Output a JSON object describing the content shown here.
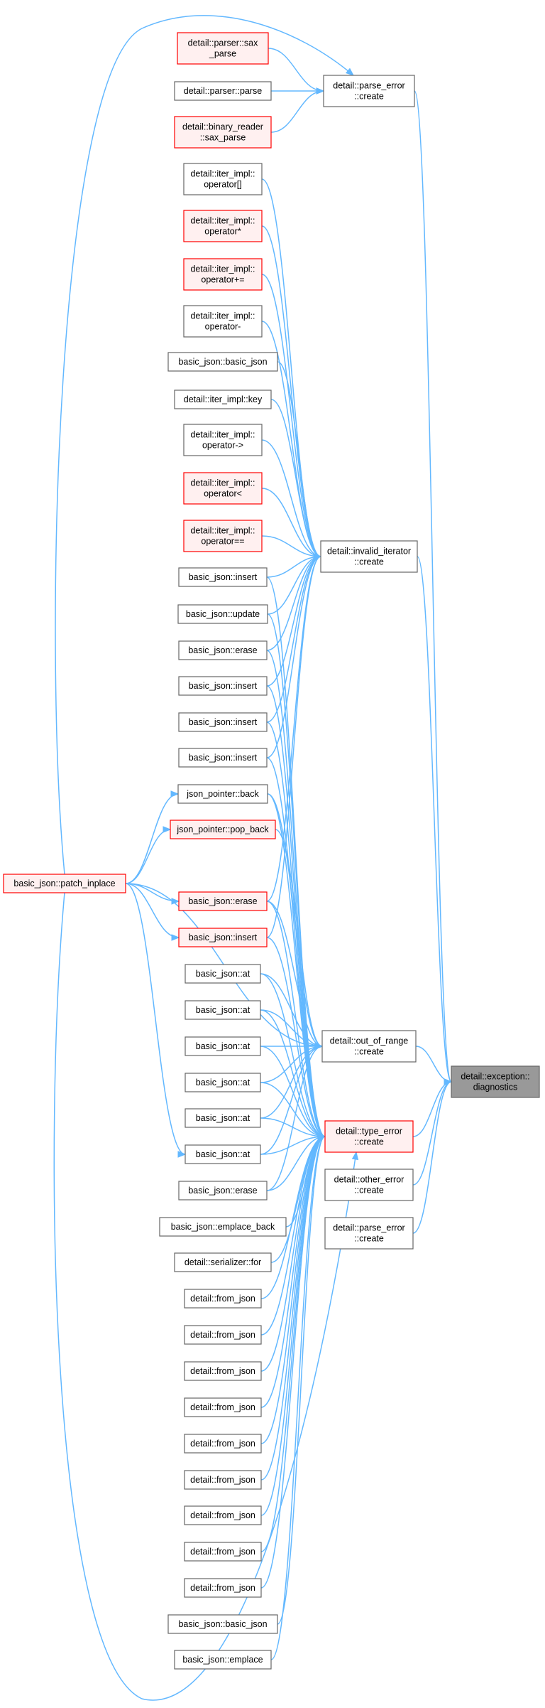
{
  "graph": {
    "nodes": [
      {
        "id": "n_sax_parse",
        "lines": [
          "detail::parser::sax",
          "_parse"
        ],
        "style": "red"
      },
      {
        "id": "n_parser_parse",
        "lines": [
          "detail::parser::parse"
        ],
        "style": "normal"
      },
      {
        "id": "n_binary_reader",
        "lines": [
          "detail::binary_reader",
          "::sax_parse"
        ],
        "style": "red"
      },
      {
        "id": "n_parse_error_create_top",
        "lines": [
          "detail::parse_error",
          "::create"
        ],
        "style": "normal"
      },
      {
        "id": "n_iter_bracket",
        "lines": [
          "detail::iter_impl::",
          "operator[]"
        ],
        "style": "normal"
      },
      {
        "id": "n_iter_deref",
        "lines": [
          "detail::iter_impl::",
          "operator*"
        ],
        "style": "red"
      },
      {
        "id": "n_iter_pluseq",
        "lines": [
          "detail::iter_impl::",
          "operator+="
        ],
        "style": "red"
      },
      {
        "id": "n_iter_minus",
        "lines": [
          "detail::iter_impl::",
          "operator-"
        ],
        "style": "normal"
      },
      {
        "id": "n_bj_basic_json_1",
        "lines": [
          "basic_json::basic_json"
        ],
        "style": "normal"
      },
      {
        "id": "n_iter_key",
        "lines": [
          "detail::iter_impl::key"
        ],
        "style": "normal"
      },
      {
        "id": "n_iter_arrow",
        "lines": [
          "detail::iter_impl::",
          "operator->"
        ],
        "style": "normal"
      },
      {
        "id": "n_iter_lt",
        "lines": [
          "detail::iter_impl::",
          "operator<"
        ],
        "style": "red"
      },
      {
        "id": "n_iter_eqeq",
        "lines": [
          "detail::iter_impl::",
          "operator=="
        ],
        "style": "red"
      },
      {
        "id": "n_invalid_iterator_create",
        "lines": [
          "detail::invalid_iterator",
          "::create"
        ],
        "style": "normal"
      },
      {
        "id": "n_insert_1",
        "lines": [
          "basic_json::insert"
        ],
        "style": "normal"
      },
      {
        "id": "n_update",
        "lines": [
          "basic_json::update"
        ],
        "style": "normal"
      },
      {
        "id": "n_erase_1",
        "lines": [
          "basic_json::erase"
        ],
        "style": "normal"
      },
      {
        "id": "n_insert_2",
        "lines": [
          "basic_json::insert"
        ],
        "style": "normal"
      },
      {
        "id": "n_insert_3",
        "lines": [
          "basic_json::insert"
        ],
        "style": "normal"
      },
      {
        "id": "n_insert_4",
        "lines": [
          "basic_json::insert"
        ],
        "style": "normal"
      },
      {
        "id": "n_jp_back",
        "lines": [
          "json_pointer::back"
        ],
        "style": "normal"
      },
      {
        "id": "n_jp_pop_back",
        "lines": [
          "json_pointer::pop_back"
        ],
        "style": "red"
      },
      {
        "id": "n_patch_inplace",
        "lines": [
          "basic_json::patch_inplace"
        ],
        "style": "red"
      },
      {
        "id": "n_erase_red",
        "lines": [
          "basic_json::erase"
        ],
        "style": "red"
      },
      {
        "id": "n_insert_red",
        "lines": [
          "basic_json::insert"
        ],
        "style": "red"
      },
      {
        "id": "n_at_1",
        "lines": [
          "basic_json::at"
        ],
        "style": "normal"
      },
      {
        "id": "n_at_2",
        "lines": [
          "basic_json::at"
        ],
        "style": "normal"
      },
      {
        "id": "n_at_3",
        "lines": [
          "basic_json::at"
        ],
        "style": "normal"
      },
      {
        "id": "n_at_4",
        "lines": [
          "basic_json::at"
        ],
        "style": "normal"
      },
      {
        "id": "n_at_5",
        "lines": [
          "basic_json::at"
        ],
        "style": "normal"
      },
      {
        "id": "n_at_6",
        "lines": [
          "basic_json::at"
        ],
        "style": "normal"
      },
      {
        "id": "n_out_of_range_create",
        "lines": [
          "detail::out_of_range",
          "::create"
        ],
        "style": "normal"
      },
      {
        "id": "n_exception_diagnostics",
        "lines": [
          "detail::exception::",
          "diagnostics"
        ],
        "style": "focus"
      },
      {
        "id": "n_type_error_create",
        "lines": [
          "detail::type_error",
          "::create"
        ],
        "style": "red"
      },
      {
        "id": "n_erase_2",
        "lines": [
          "basic_json::erase"
        ],
        "style": "normal"
      },
      {
        "id": "n_other_error_create",
        "lines": [
          "detail::other_error",
          "::create"
        ],
        "style": "normal"
      },
      {
        "id": "n_emplace_back",
        "lines": [
          "basic_json::emplace_back"
        ],
        "style": "normal"
      },
      {
        "id": "n_parse_error_create_bottom",
        "lines": [
          "detail::parse_error",
          "::create"
        ],
        "style": "normal"
      },
      {
        "id": "n_serializer_for",
        "lines": [
          "detail::serializer::for"
        ],
        "style": "normal"
      },
      {
        "id": "n_from_json_1",
        "lines": [
          "detail::from_json"
        ],
        "style": "normal"
      },
      {
        "id": "n_from_json_2",
        "lines": [
          "detail::from_json"
        ],
        "style": "normal"
      },
      {
        "id": "n_from_json_3",
        "lines": [
          "detail::from_json"
        ],
        "style": "normal"
      },
      {
        "id": "n_from_json_4",
        "lines": [
          "detail::from_json"
        ],
        "style": "normal"
      },
      {
        "id": "n_from_json_5",
        "lines": [
          "detail::from_json"
        ],
        "style": "normal"
      },
      {
        "id": "n_from_json_6",
        "lines": [
          "detail::from_json"
        ],
        "style": "normal"
      },
      {
        "id": "n_from_json_7",
        "lines": [
          "detail::from_json"
        ],
        "style": "normal"
      },
      {
        "id": "n_from_json_8",
        "lines": [
          "detail::from_json"
        ],
        "style": "normal"
      },
      {
        "id": "n_from_json_9",
        "lines": [
          "detail::from_json"
        ],
        "style": "normal"
      },
      {
        "id": "n_bj_basic_json_2",
        "lines": [
          "basic_json::basic_json"
        ],
        "style": "normal"
      },
      {
        "id": "n_emplace",
        "lines": [
          "basic_json::emplace"
        ],
        "style": "normal"
      }
    ],
    "edges": [
      [
        "n_sax_parse",
        "n_parse_error_create_top"
      ],
      [
        "n_parser_parse",
        "n_parse_error_create_top"
      ],
      [
        "n_binary_reader",
        "n_parse_error_create_top"
      ],
      [
        "n_patch_inplace",
        "n_parse_error_create_top"
      ],
      [
        "n_parse_error_create_top",
        "n_exception_diagnostics"
      ],
      [
        "n_iter_bracket",
        "n_invalid_iterator_create"
      ],
      [
        "n_iter_deref",
        "n_invalid_iterator_create"
      ],
      [
        "n_iter_pluseq",
        "n_invalid_iterator_create"
      ],
      [
        "n_iter_minus",
        "n_invalid_iterator_create"
      ],
      [
        "n_bj_basic_json_1",
        "n_invalid_iterator_create"
      ],
      [
        "n_iter_key",
        "n_invalid_iterator_create"
      ],
      [
        "n_iter_arrow",
        "n_invalid_iterator_create"
      ],
      [
        "n_iter_lt",
        "n_invalid_iterator_create"
      ],
      [
        "n_iter_eqeq",
        "n_invalid_iterator_create"
      ],
      [
        "n_insert_1",
        "n_invalid_iterator_create"
      ],
      [
        "n_update",
        "n_invalid_iterator_create"
      ],
      [
        "n_erase_1",
        "n_invalid_iterator_create"
      ],
      [
        "n_insert_2",
        "n_invalid_iterator_create"
      ],
      [
        "n_insert_3",
        "n_invalid_iterator_create"
      ],
      [
        "n_insert_4",
        "n_invalid_iterator_create"
      ],
      [
        "n_erase_red",
        "n_invalid_iterator_create"
      ],
      [
        "n_insert_red",
        "n_invalid_iterator_create"
      ],
      [
        "n_invalid_iterator_create",
        "n_exception_diagnostics"
      ],
      [
        "n_patch_inplace",
        "n_jp_back"
      ],
      [
        "n_patch_inplace",
        "n_jp_pop_back"
      ],
      [
        "n_patch_inplace",
        "n_erase_red"
      ],
      [
        "n_patch_inplace",
        "n_insert_red"
      ],
      [
        "n_patch_inplace",
        "n_at_6"
      ],
      [
        "n_patch_inplace",
        "n_out_of_range_create"
      ],
      [
        "n_patch_inplace",
        "n_type_error_create"
      ],
      [
        "n_jp_back",
        "n_out_of_range_create"
      ],
      [
        "n_jp_pop_back",
        "n_out_of_range_create"
      ],
      [
        "n_erase_red",
        "n_out_of_range_create"
      ],
      [
        "n_at_1",
        "n_out_of_range_create"
      ],
      [
        "n_at_2",
        "n_out_of_range_create"
      ],
      [
        "n_at_3",
        "n_out_of_range_create"
      ],
      [
        "n_at_4",
        "n_out_of_range_create"
      ],
      [
        "n_at_5",
        "n_out_of_range_create"
      ],
      [
        "n_at_6",
        "n_out_of_range_create"
      ],
      [
        "n_erase_2",
        "n_out_of_range_create"
      ],
      [
        "n_out_of_range_create",
        "n_exception_diagnostics"
      ],
      [
        "n_insert_1",
        "n_type_error_create"
      ],
      [
        "n_update",
        "n_type_error_create"
      ],
      [
        "n_erase_1",
        "n_type_error_create"
      ],
      [
        "n_insert_2",
        "n_type_error_create"
      ],
      [
        "n_insert_3",
        "n_type_error_create"
      ],
      [
        "n_insert_4",
        "n_type_error_create"
      ],
      [
        "n_jp_back",
        "n_type_error_create"
      ],
      [
        "n_erase_red",
        "n_type_error_create"
      ],
      [
        "n_insert_red",
        "n_type_error_create"
      ],
      [
        "n_at_1",
        "n_type_error_create"
      ],
      [
        "n_at_2",
        "n_type_error_create"
      ],
      [
        "n_at_3",
        "n_type_error_create"
      ],
      [
        "n_at_4",
        "n_type_error_create"
      ],
      [
        "n_at_5",
        "n_type_error_create"
      ],
      [
        "n_at_6",
        "n_type_error_create"
      ],
      [
        "n_erase_2",
        "n_type_error_create"
      ],
      [
        "n_emplace_back",
        "n_type_error_create"
      ],
      [
        "n_serializer_for",
        "n_type_error_create"
      ],
      [
        "n_from_json_1",
        "n_type_error_create"
      ],
      [
        "n_from_json_2",
        "n_type_error_create"
      ],
      [
        "n_from_json_3",
        "n_type_error_create"
      ],
      [
        "n_from_json_4",
        "n_type_error_create"
      ],
      [
        "n_from_json_5",
        "n_type_error_create"
      ],
      [
        "n_from_json_6",
        "n_type_error_create"
      ],
      [
        "n_from_json_7",
        "n_type_error_create"
      ],
      [
        "n_from_json_8",
        "n_type_error_create"
      ],
      [
        "n_from_json_9",
        "n_type_error_create"
      ],
      [
        "n_bj_basic_json_2",
        "n_type_error_create"
      ],
      [
        "n_emplace",
        "n_type_error_create"
      ],
      [
        "n_type_error_create",
        "n_exception_diagnostics"
      ],
      [
        "n_other_error_create",
        "n_exception_diagnostics"
      ],
      [
        "n_parse_error_create_bottom",
        "n_exception_diagnostics"
      ]
    ]
  },
  "colors": {
    "edge": "#63b8ff",
    "node_border": "#666666",
    "highlight_border": "#ff0000",
    "highlight_fill": "#fff0f0",
    "focus_fill": "#999999"
  }
}
